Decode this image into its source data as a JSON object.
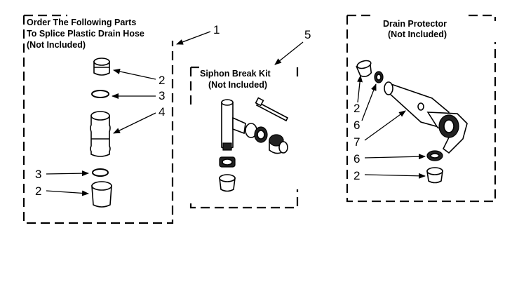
{
  "top_caption": "",
  "group_splice": {
    "title_lines": [
      "Order The Following Parts",
      "To Splice Plastic Drain Hose",
      "(Not Included)"
    ],
    "callout": "1",
    "labels": [
      "2",
      "3",
      "4",
      "3",
      "2"
    ]
  },
  "group_siphon": {
    "title_lines": [
      "Siphon Break Kit",
      "(Not Included)"
    ],
    "callout": "5"
  },
  "group_drain": {
    "title_lines": [
      "Drain Protector",
      "(Not Included)"
    ],
    "labels": [
      "2",
      "6",
      "7",
      "6",
      "2"
    ]
  }
}
